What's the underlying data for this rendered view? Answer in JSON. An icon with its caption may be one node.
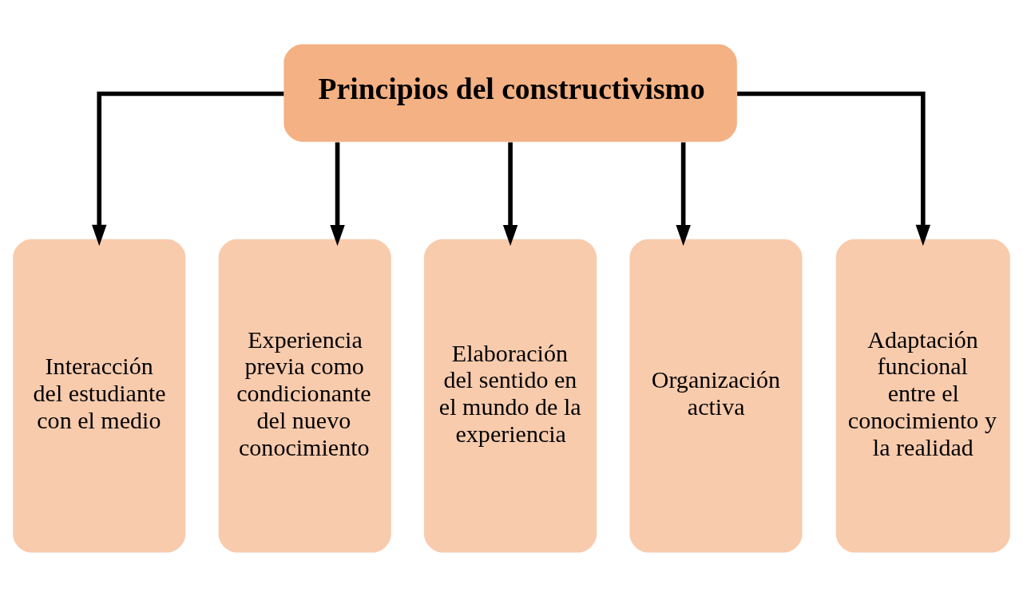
{
  "diagram": {
    "nodes": [
      {
        "text": [
          "Principios del constructivismo"
        ]
      },
      {
        "text": [
          "Interacción del estudiante con el medio"
        ]
      },
      {
        "text": [
          "Experiencia previa como condicionante del nuevo conocimiento"
        ]
      },
      {
        "text": [
          "Elaboración del sentido en el mundo de la experiencia"
        ]
      },
      {
        "text": [
          "Organización activa"
        ]
      },
      {
        "text": [
          "Adaptación funcional entre el conocimiento y la realidad"
        ]
      }
    ],
    "edges": [
      {
        "from": 0,
        "to": 1,
        "arrow": "to"
      },
      {
        "from": 0,
        "to": 2,
        "arrow": "to"
      },
      {
        "from": 0,
        "to": 3,
        "arrow": "to"
      },
      {
        "from": 0,
        "to": 4,
        "arrow": "to"
      },
      {
        "from": 0,
        "to": 5,
        "arrow": "to"
      }
    ]
  }
}
